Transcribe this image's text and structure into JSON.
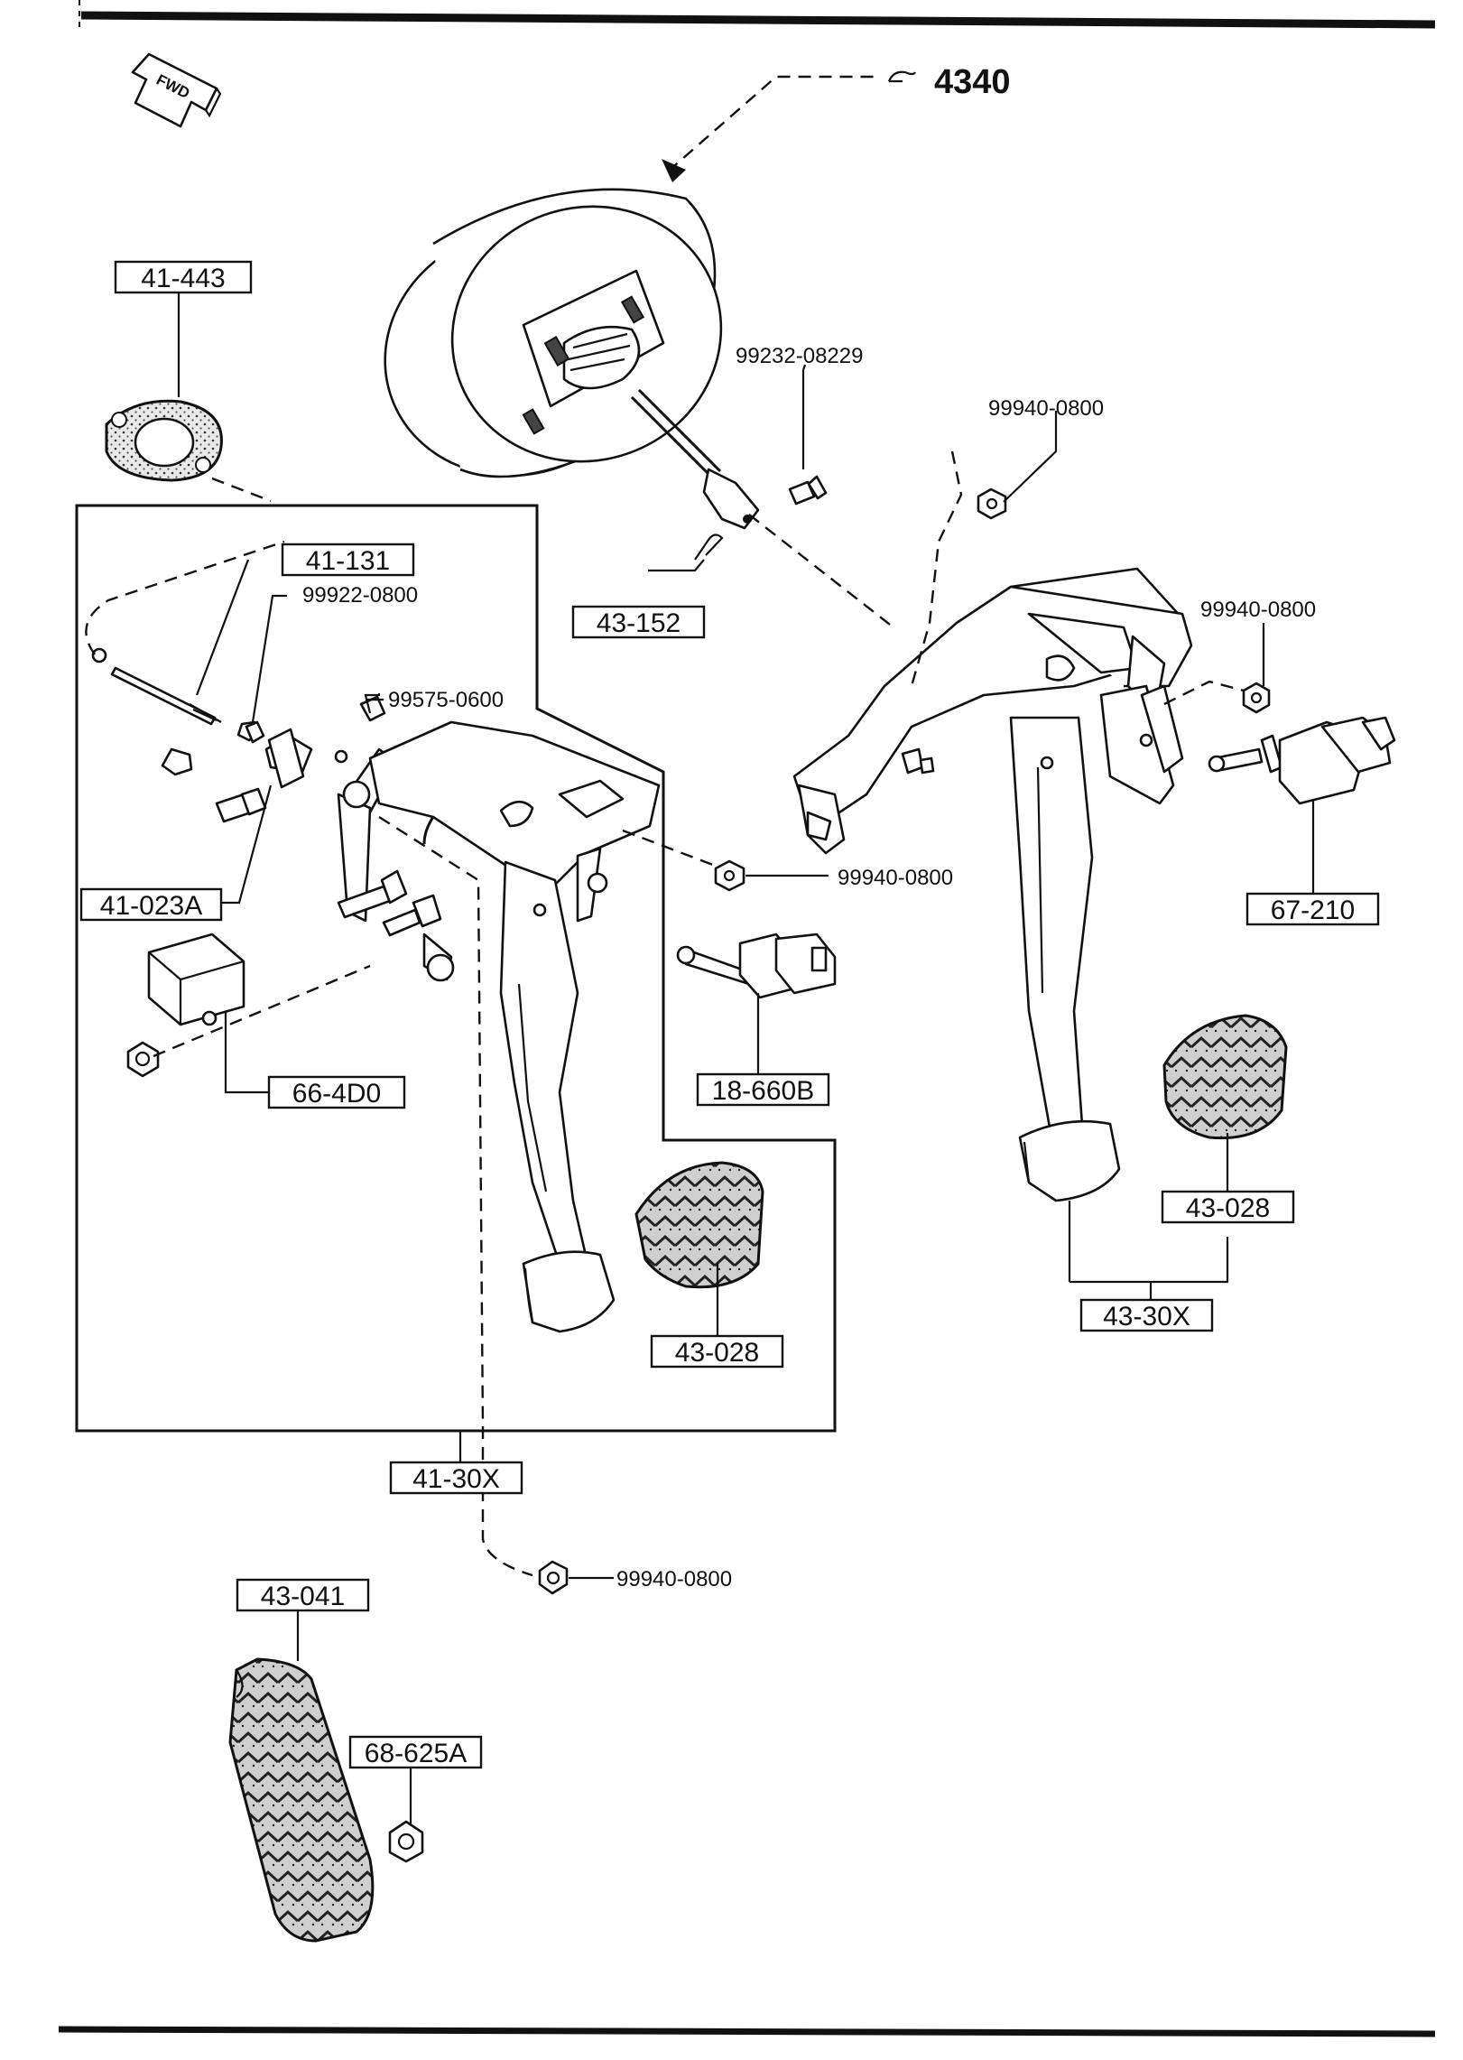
{
  "diagram": {
    "direction_label": "FWD",
    "ref_label": "4340",
    "callouts": [
      {
        "id": "c-41-443",
        "text": "41-443",
        "boxed": true
      },
      {
        "id": "c-99232-08229",
        "text": "99232-08229",
        "boxed": false
      },
      {
        "id": "c-99940-0800-a",
        "text": "99940-0800",
        "boxed": false
      },
      {
        "id": "c-41-131",
        "text": "41-131",
        "boxed": true
      },
      {
        "id": "c-99922-0800",
        "text": "99922-0800",
        "boxed": false
      },
      {
        "id": "c-43-152",
        "text": "43-152",
        "boxed": true
      },
      {
        "id": "c-99940-0800-b",
        "text": "99940-0800",
        "boxed": false
      },
      {
        "id": "c-99575-0600",
        "text": "99575-0600",
        "boxed": false
      },
      {
        "id": "c-41-023A",
        "text": "41-023A",
        "boxed": true
      },
      {
        "id": "c-99940-0800-c",
        "text": "99940-0800",
        "boxed": false
      },
      {
        "id": "c-67-210",
        "text": "67-210",
        "boxed": true
      },
      {
        "id": "c-66-4D0",
        "text": "66-4D0",
        "boxed": true
      },
      {
        "id": "c-18-660B",
        "text": "18-660B",
        "boxed": true
      },
      {
        "id": "c-43-028-a",
        "text": "43-028",
        "boxed": true
      },
      {
        "id": "c-43-30X",
        "text": "43-30X",
        "boxed": true
      },
      {
        "id": "c-43-028-b",
        "text": "43-028",
        "boxed": true
      },
      {
        "id": "c-41-30X",
        "text": "41-30X",
        "boxed": true
      },
      {
        "id": "c-99940-0800-d",
        "text": "99940-0800",
        "boxed": false
      },
      {
        "id": "c-43-041",
        "text": "43-041",
        "boxed": true
      },
      {
        "id": "c-68-625A",
        "text": "68-625A",
        "boxed": true
      }
    ]
  }
}
